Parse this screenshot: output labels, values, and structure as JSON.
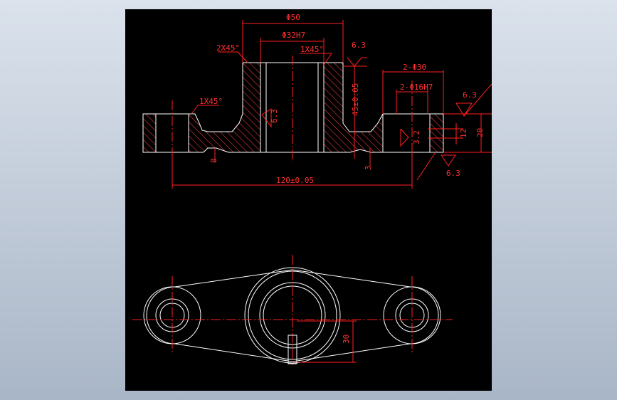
{
  "colors": {
    "background": "#b8c3d2",
    "canvas": "#000000",
    "outline": "#ffffff",
    "dimension": "#ff2020",
    "hatch": "#e0393e"
  },
  "labels": {
    "d_outer": "Φ50",
    "d_bore": "Φ32H7",
    "chamfer_2x45": "2X45°",
    "chamfer_1x45_top": "1X45°",
    "chamfer_1x45_left": "1X45°",
    "rough_top": "6.3",
    "rough_bore": "6.3",
    "rough_right": "6.3",
    "rough_right_small": "3.2",
    "rough_bottom": "6.3",
    "dim_2_d30": "2-Φ30",
    "dim_2_d16h7": "2-Φ16H7",
    "dim_45": "45±0.05",
    "dim_12": "12",
    "dim_20": "20",
    "dim_8": "8",
    "dim_3": "3",
    "dim_120": "120±0.05",
    "dim_30": "30"
  }
}
